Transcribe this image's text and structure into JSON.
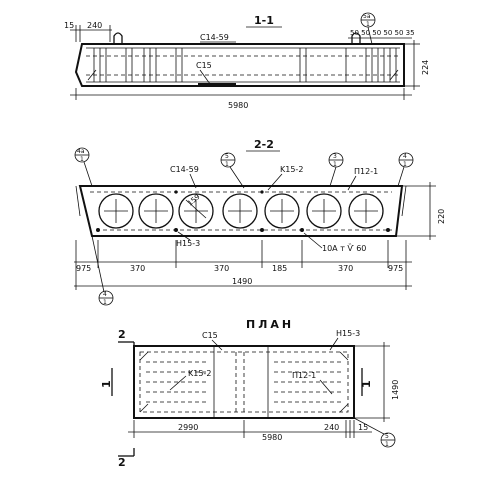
{
  "section_1_1": {
    "title": "1-1",
    "callout_top": {
      "num": "5a",
      "den": "1"
    },
    "labels": {
      "c14": "C14-59",
      "c15": "C15"
    },
    "dims": {
      "left_a": "15",
      "left_b": "240",
      "right_seq": "50 50 50 50 50 35",
      "height": "224",
      "length": "5980"
    }
  },
  "section_2_2": {
    "title": "2-2",
    "callouts": {
      "left": {
        "num": "4a",
        "den": "1"
      },
      "mid": {
        "num": "5",
        "den": "1"
      },
      "right_a": {
        "num": "3",
        "den": "1"
      },
      "right_b": {
        "num": "4",
        "den": "1"
      },
      "bottom": {
        "num": "4",
        "den": "1"
      }
    },
    "labels": {
      "c14": "C14-59",
      "k15": "K15-2",
      "p12": "П12-1",
      "n15": "Н15-3",
      "diam": "159",
      "rebar": "10A т Ѷ 60"
    },
    "dims": {
      "height": "220",
      "bottom_seq": [
        "975",
        "370",
        "370",
        "185",
        "370",
        "975"
      ],
      "total": "1490"
    }
  },
  "plan": {
    "title": "ПЛАН",
    "section_mark": "2",
    "side_mark": "1",
    "labels": {
      "c15": "C15",
      "n15": "Н15-3",
      "k15": "K15-2",
      "p12": "П12-1"
    },
    "dims": {
      "left": "2990",
      "total": "5980",
      "right_a": "240",
      "right_b": "15",
      "height": "1490"
    },
    "callout": {
      "num": "5",
      "den": "1"
    }
  }
}
